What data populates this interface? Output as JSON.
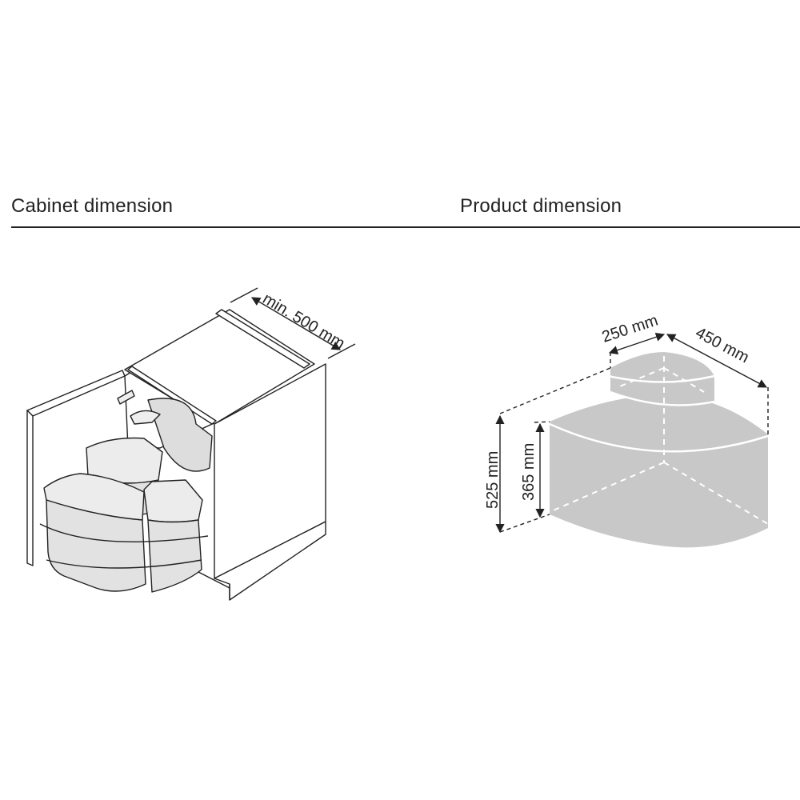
{
  "headings": {
    "cabinet": "Cabinet dimension",
    "product": "Product dimension"
  },
  "cabinet_diagram": {
    "depth_label": "min. 500 mm"
  },
  "product_diagram": {
    "top_width_label": "250 mm",
    "depth_label": "450 mm",
    "total_height_label": "525 mm",
    "lower_height_label": "365 mm"
  },
  "colors": {
    "line": "#222222",
    "product_fill": "#c8c8c8",
    "bin_fill": "#ececec"
  }
}
